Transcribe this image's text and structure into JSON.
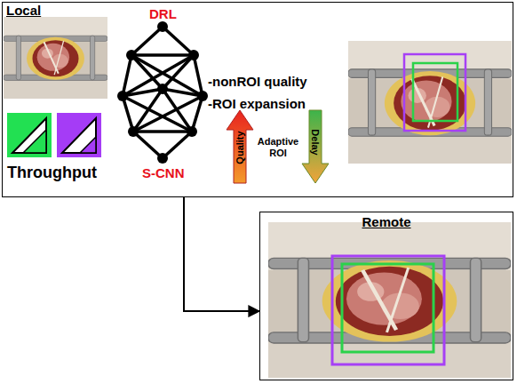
{
  "diagram": {
    "nodes": [
      {
        "text": [
          "Local"
        ]
      },
      {
        "text": [
          "Remote"
        ]
      }
    ],
    "edges": [
      {
        "from": 0,
        "to": 1,
        "arrow": "to"
      }
    ],
    "labels": [
      "DRL",
      "-nonROI quality",
      "-ROI expansion",
      "S-CNN",
      "Throughput",
      "Quality",
      "Adaptive ROI",
      "Delay"
    ]
  }
}
